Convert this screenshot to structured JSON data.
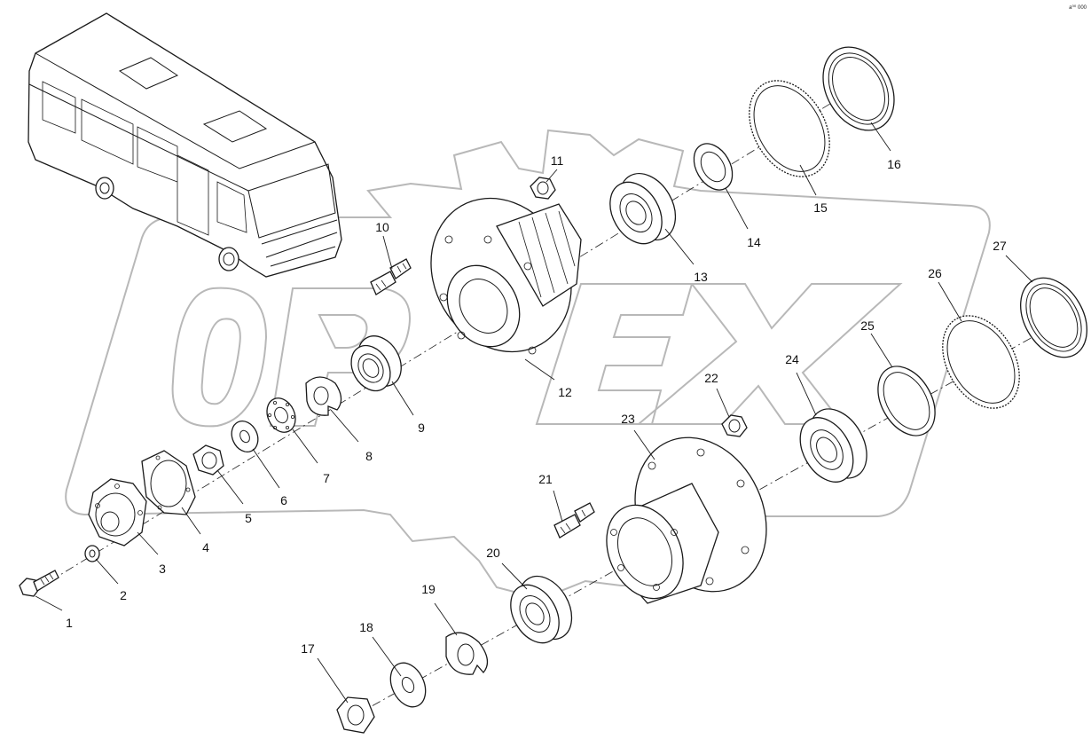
{
  "watermark": {
    "text": "OPEX"
  },
  "corner_code": "a⁰⁰ 000",
  "parts": [
    {
      "num": "1"
    },
    {
      "num": "2"
    },
    {
      "num": "3"
    },
    {
      "num": "4"
    },
    {
      "num": "5"
    },
    {
      "num": "6"
    },
    {
      "num": "7"
    },
    {
      "num": "8"
    },
    {
      "num": "9"
    },
    {
      "num": "10"
    },
    {
      "num": "11"
    },
    {
      "num": "12"
    },
    {
      "num": "13"
    },
    {
      "num": "14"
    },
    {
      "num": "15"
    },
    {
      "num": "16"
    },
    {
      "num": "17"
    },
    {
      "num": "18"
    },
    {
      "num": "19"
    },
    {
      "num": "20"
    },
    {
      "num": "21"
    },
    {
      "num": "22"
    },
    {
      "num": "23"
    },
    {
      "num": "24"
    },
    {
      "num": "25"
    },
    {
      "num": "26"
    },
    {
      "num": "27"
    }
  ]
}
